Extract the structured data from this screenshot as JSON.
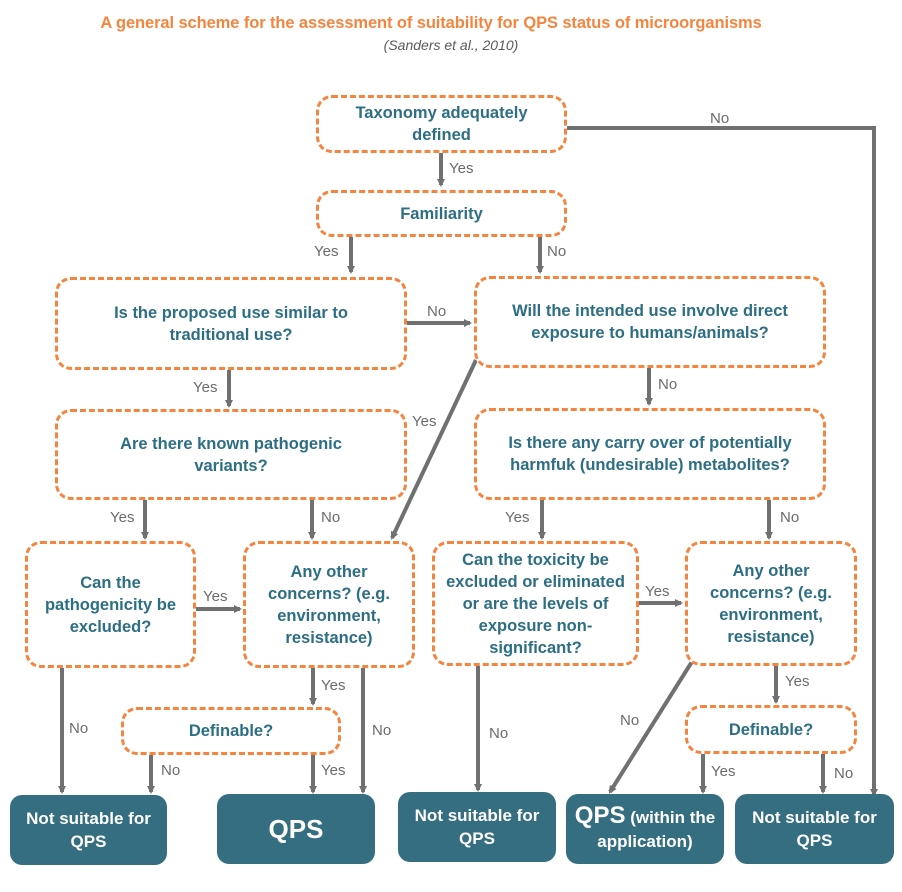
{
  "header": {
    "title": "A general scheme for the assessment of suitability for QPS status of microorganisms",
    "citation": "(Sanders et al., 2010)"
  },
  "colors": {
    "title": "#F5843E",
    "question_border": "#F5843E",
    "question_text": "#2C6E84",
    "terminal_fill": "#356E80",
    "connector": "#707070"
  },
  "nodes": {
    "taxonomy": "Taxonomy adequately defined",
    "familiarity": "Familiarity",
    "similar_use": "Is the proposed use similar to traditional use?",
    "direct_exposure": "Will the intended use involve direct exposure to humans/animals?",
    "pathogenic_variants": "Are there known pathogenic variants?",
    "carry_over": "Is there any carry over of potentially harmfuk (undesirable) metabolites?",
    "pathogenicity_excluded": "Can the pathogenicity be excluded?",
    "other_concerns_left": "Any other concerns? (e.g. environment, resistance)",
    "toxicity_excluded": "Can the toxicity be excluded or eliminated or are the levels of exposure non-significant?",
    "other_concerns_right": "Any other concerns? (e.g. environment, resistance)",
    "definable_left": "Definable?",
    "definable_right": "Definable?"
  },
  "outcomes": {
    "not_suitable_1": "Not suitable for QPS",
    "qps": "QPS",
    "not_suitable_2": "Not suitable for QPS",
    "qps_within_main": "QPS",
    "qps_within_sub": " (within the application)",
    "not_suitable_3": "Not suitable for QPS"
  },
  "edge_labels": {
    "taxonomy_no": "No",
    "taxonomy_yes": "Yes",
    "familiarity_yes": "Yes",
    "familiarity_no": "No",
    "similar_no": "No",
    "similar_yes": "Yes",
    "exposure_yes": "Yes",
    "exposure_no": "No",
    "variants_yes": "Yes",
    "variants_no": "No",
    "carry_yes": "Yes",
    "carry_no": "No",
    "pathogenicity_yes": "Yes",
    "pathogenicity_no": "No",
    "concerns_left_yes": "Yes",
    "concerns_left_no": "No",
    "definable_left_no": "No",
    "definable_left_yes": "Yes",
    "toxicity_yes": "Yes",
    "toxicity_no": "No",
    "concerns_right_no": "No",
    "concerns_right_yes": "Yes",
    "definable_right_yes": "Yes",
    "definable_right_no": "No"
  }
}
